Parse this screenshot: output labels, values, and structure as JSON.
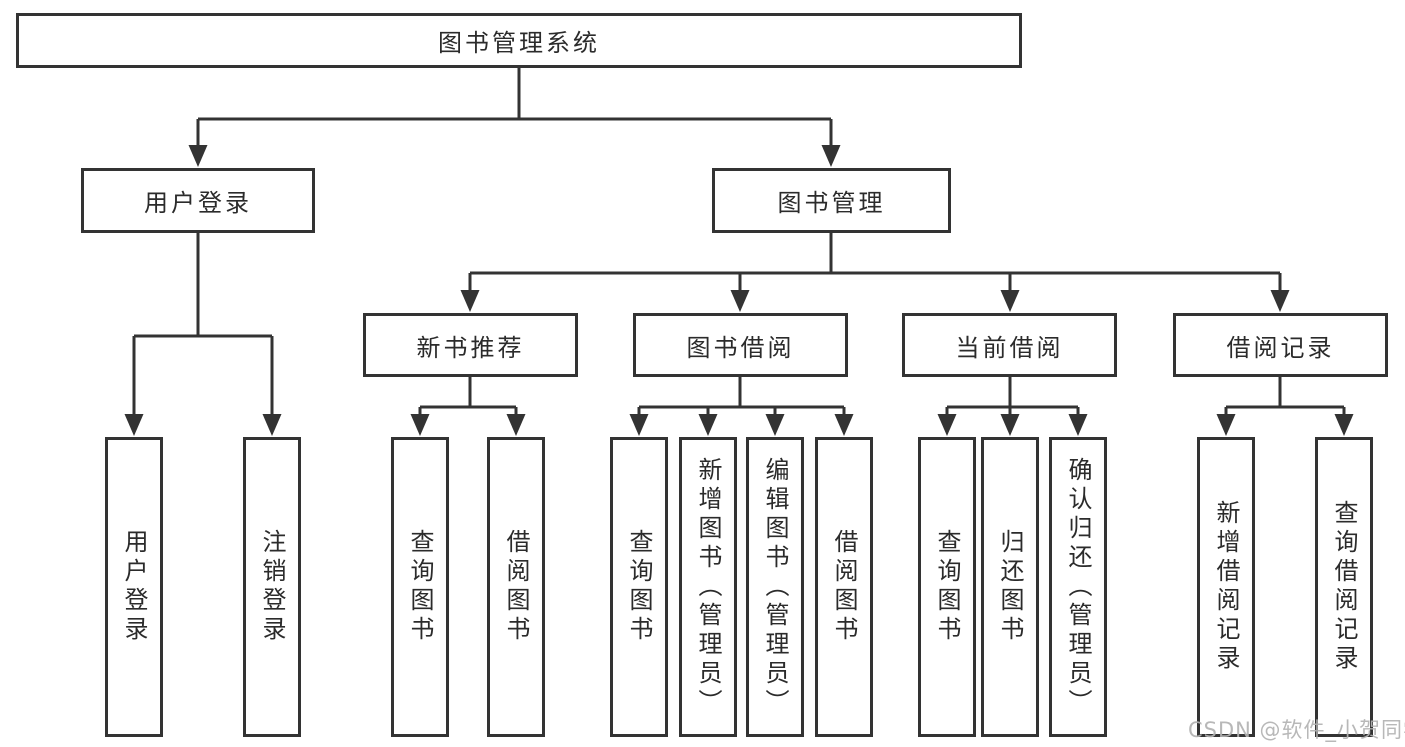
{
  "diagram": {
    "root": {
      "label": "图书管理系统"
    },
    "branches": [
      {
        "label": "用户登录",
        "children": [
          {
            "label": "用户登录"
          },
          {
            "label": "注销登录"
          }
        ]
      },
      {
        "label": "图书管理",
        "children": [
          {
            "label": "新书推荐",
            "children": [
              {
                "label": "查询图书"
              },
              {
                "label": "借阅图书"
              }
            ]
          },
          {
            "label": "图书借阅",
            "children": [
              {
                "label": "查询图书"
              },
              {
                "label": "新增图书（管理员）"
              },
              {
                "label": "编辑图书（管理员）"
              },
              {
                "label": "借阅图书"
              }
            ]
          },
          {
            "label": "当前借阅",
            "children": [
              {
                "label": "查询图书"
              },
              {
                "label": "归还图书"
              },
              {
                "label": "确认归还（管理员）"
              }
            ]
          },
          {
            "label": "借阅记录",
            "children": [
              {
                "label": "新增借阅记录"
              },
              {
                "label": "查询借阅记录"
              }
            ]
          }
        ]
      }
    ]
  },
  "watermark": {
    "text": "CSDN @软件_小贺同学"
  },
  "colors": {
    "line": "#333333",
    "text": "#2b2b2b",
    "box_background": "#ffffff",
    "background": "#ffffff",
    "watermark": "#b2b2b2"
  }
}
